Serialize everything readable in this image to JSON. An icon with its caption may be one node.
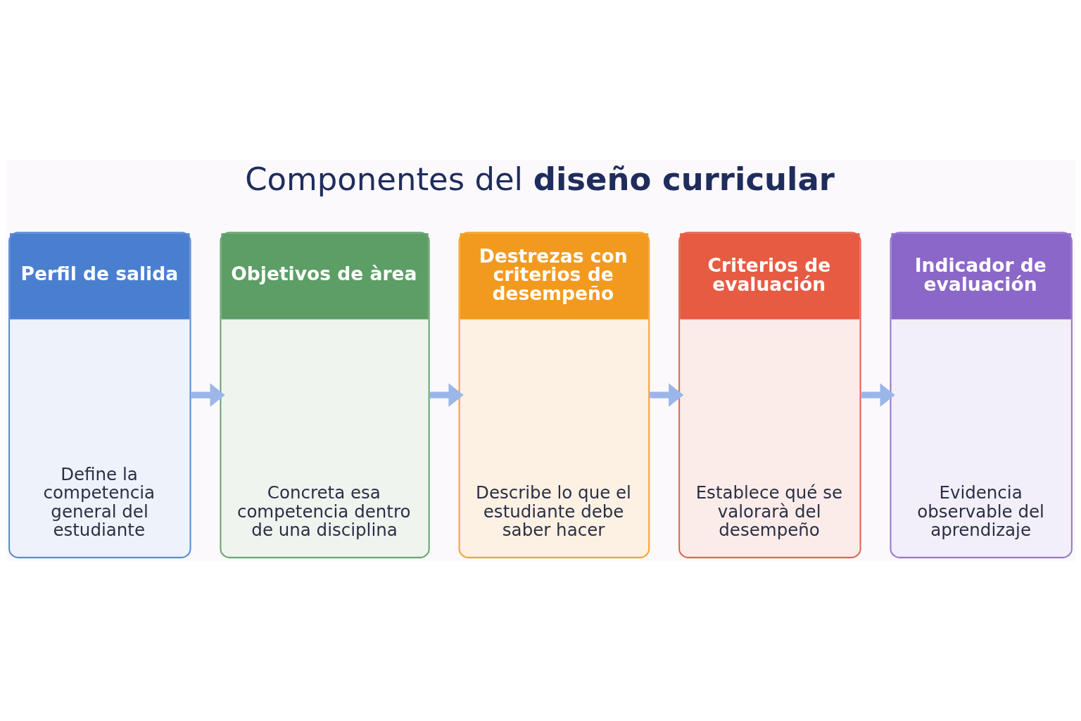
{
  "diagram": {
    "title": "Componentes del **diseño curricular**",
    "nodes": [
      {
        "text": [
          "Perfil de salida",
          "Define la competencia general del estudiante"
        ]
      },
      {
        "text": [
          "Objetivos de àrea",
          "Concreta esa competencia dentro de una disciplina"
        ]
      },
      {
        "text": [
          "Destrezas con criterios de desempeño",
          "Describe lo que el estudiante debe saber hacer"
        ]
      },
      {
        "text": [
          "Criterios de evaluación",
          "Establece qué se valorarà del desempeño"
        ]
      },
      {
        "text": [
          "Indicador de evaluación",
          "Evidencia observable del aprendizaje"
        ]
      }
    ],
    "edges": [
      {
        "from": 0,
        "to": 1,
        "arrow": "to"
      },
      {
        "from": 1,
        "to": 2,
        "arrow": "to"
      },
      {
        "from": 2,
        "to": 3,
        "arrow": "to"
      },
      {
        "from": 3,
        "to": 4,
        "arrow": "to"
      }
    ]
  }
}
